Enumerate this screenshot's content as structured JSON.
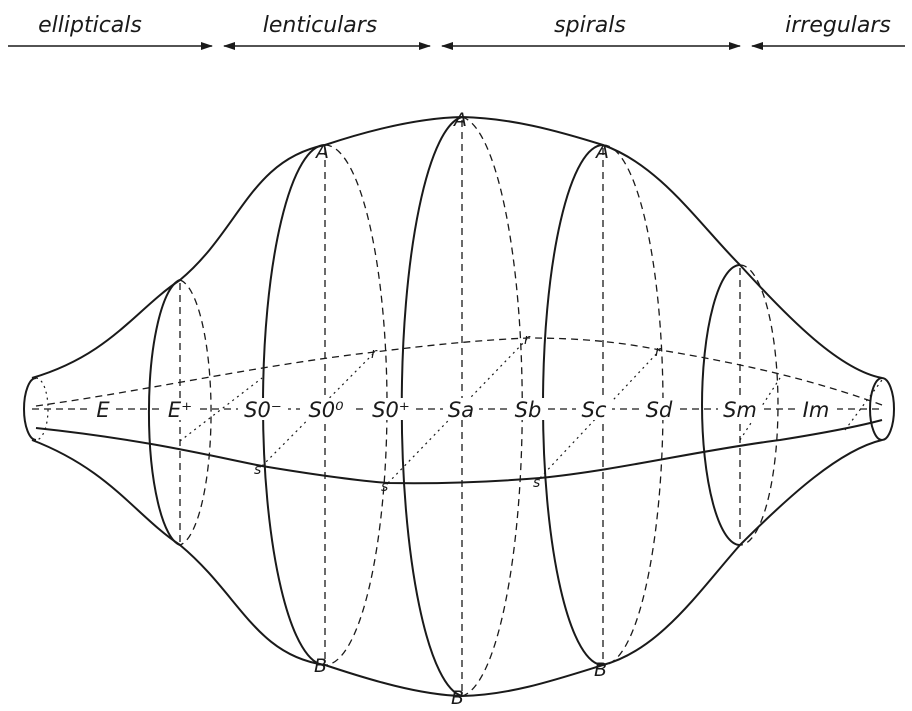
{
  "categories": [
    {
      "label": "ellipticals"
    },
    {
      "label": "lenticulars"
    },
    {
      "label": "spirals"
    },
    {
      "label": "irregulars"
    }
  ],
  "stages": [
    "E",
    "E⁺",
    "S0⁻",
    "S0⁰",
    "S0⁺",
    "Sa",
    "Sb",
    "Sc",
    "Sd",
    "Sm",
    "Im"
  ],
  "poles": {
    "top": "A",
    "bottom": "B"
  },
  "bar_labels": {
    "upper": "r",
    "lower": "s"
  }
}
